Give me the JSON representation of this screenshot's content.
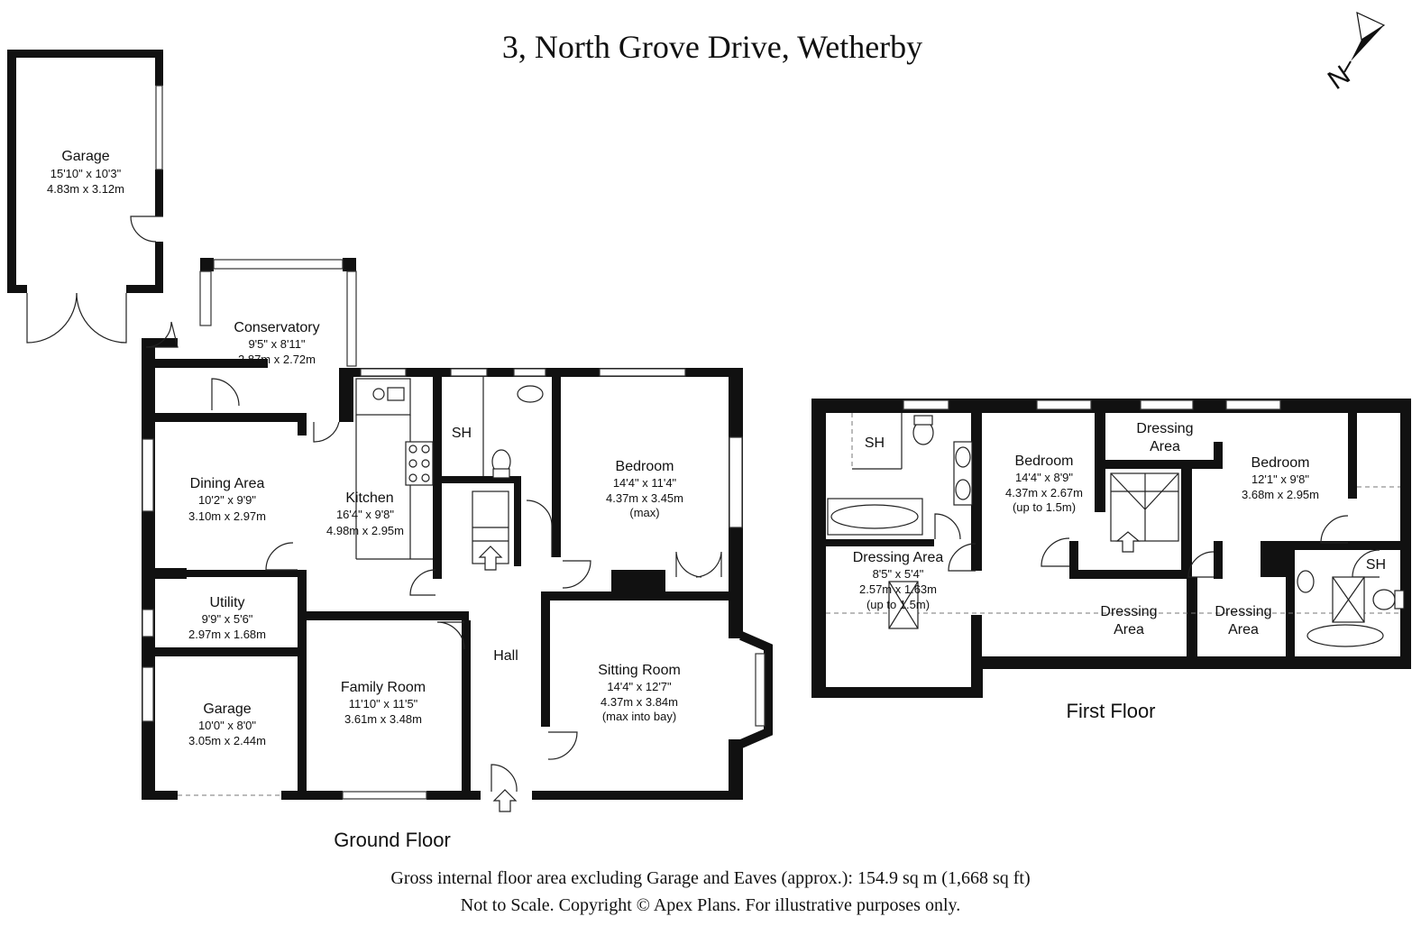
{
  "title": "3, North Grove Drive, Wetherby",
  "compass": {
    "icon": "north-arrow-icon",
    "label": "N"
  },
  "floors": {
    "ground": {
      "label": "Ground Floor"
    },
    "first": {
      "label": "First Floor"
    }
  },
  "rooms": {
    "garage_detached": {
      "name": "Garage",
      "imperial": "15'10\" x 10'3\"",
      "metric": "4.83m x 3.12m"
    },
    "conservatory": {
      "name": "Conservatory",
      "imperial": "9'5\" x 8'11\"",
      "metric": "2.87m x 2.72m"
    },
    "dining": {
      "name": "Dining Area",
      "imperial": "10'2\" x 9'9\"",
      "metric": "3.10m x 2.97m"
    },
    "kitchen": {
      "name": "Kitchen",
      "imperial": "16'4\" x 9'8\"",
      "metric": "4.98m x 2.95m"
    },
    "sh_ground": {
      "name": "SH"
    },
    "bedroom_ground": {
      "name": "Bedroom",
      "imperial": "14'4\" x 11'4\"",
      "metric": "4.37m x 3.45m",
      "note": "(max)"
    },
    "utility": {
      "name": "Utility",
      "imperial": "9'9\" x 5'6\"",
      "metric": "2.97m x 1.68m"
    },
    "hall": {
      "name": "Hall"
    },
    "sitting": {
      "name": "Sitting Room",
      "imperial": "14'4\" x 12'7\"",
      "metric": "4.37m x 3.84m",
      "note": "(max into bay)"
    },
    "garage_integral": {
      "name": "Garage",
      "imperial": "10'0\" x 8'0\"",
      "metric": "3.05m x 2.44m"
    },
    "family": {
      "name": "Family Room",
      "imperial": "11'10\" x 11'5\"",
      "metric": "3.61m x 3.48m"
    },
    "sh_first_left": {
      "name": "SH"
    },
    "dressing_first_left": {
      "name": "Dressing Area",
      "imperial": "8'5\" x 5'4\"",
      "metric": "2.57m x 1.63m",
      "note": "(up to 1.5m)"
    },
    "bedroom_first_middle": {
      "name": "Bedroom",
      "imperial": "14'4\" x 8'9\"",
      "metric": "4.37m x 2.67m",
      "note": "(up to 1.5m)"
    },
    "dressing_top": {
      "line1": "Dressing",
      "line2": "Area"
    },
    "bedroom_first_right": {
      "name": "Bedroom",
      "imperial": "12'1\" x 9'8\"",
      "metric": "3.68m x 2.95m"
    },
    "sh_first_right": {
      "name": "SH"
    },
    "dressing_bottom_middle": {
      "line1": "Dressing",
      "line2": "Area"
    },
    "dressing_bottom_right": {
      "line1": "Dressing",
      "line2": "Area"
    }
  },
  "footer": {
    "area": "Gross internal floor area excluding Garage and Eaves (approx.): 154.9 sq m (1,668 sq ft)",
    "copyright": "Not to Scale. Copyright © Apex Plans. For illustrative purposes only."
  }
}
